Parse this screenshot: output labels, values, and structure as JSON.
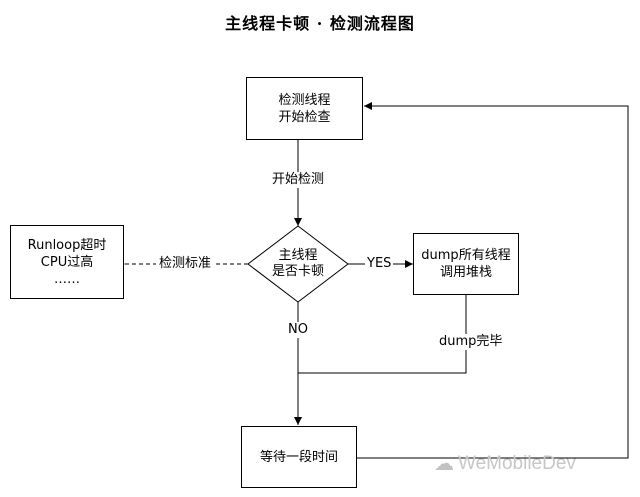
{
  "title": "主线程卡顿 · 检测流程图",
  "nodes": {
    "monitor_thread": [
      "检测线程",
      "开始检查"
    ],
    "main_thread_check": [
      "主线程",
      "是否卡顿"
    ],
    "standard": [
      "Runloop超时",
      "CPU过高",
      "……"
    ],
    "dump_stacks": [
      "dump所有线程",
      "调用堆栈"
    ],
    "wait": "等待一段时间"
  },
  "edges": {
    "start_check": "开始检测",
    "criteria": "检测标准",
    "yes": "YES",
    "no": "NO",
    "dump_done": "dump完毕"
  },
  "watermark": {
    "icon": "wechat-icon",
    "text": "WeMobileDev"
  }
}
